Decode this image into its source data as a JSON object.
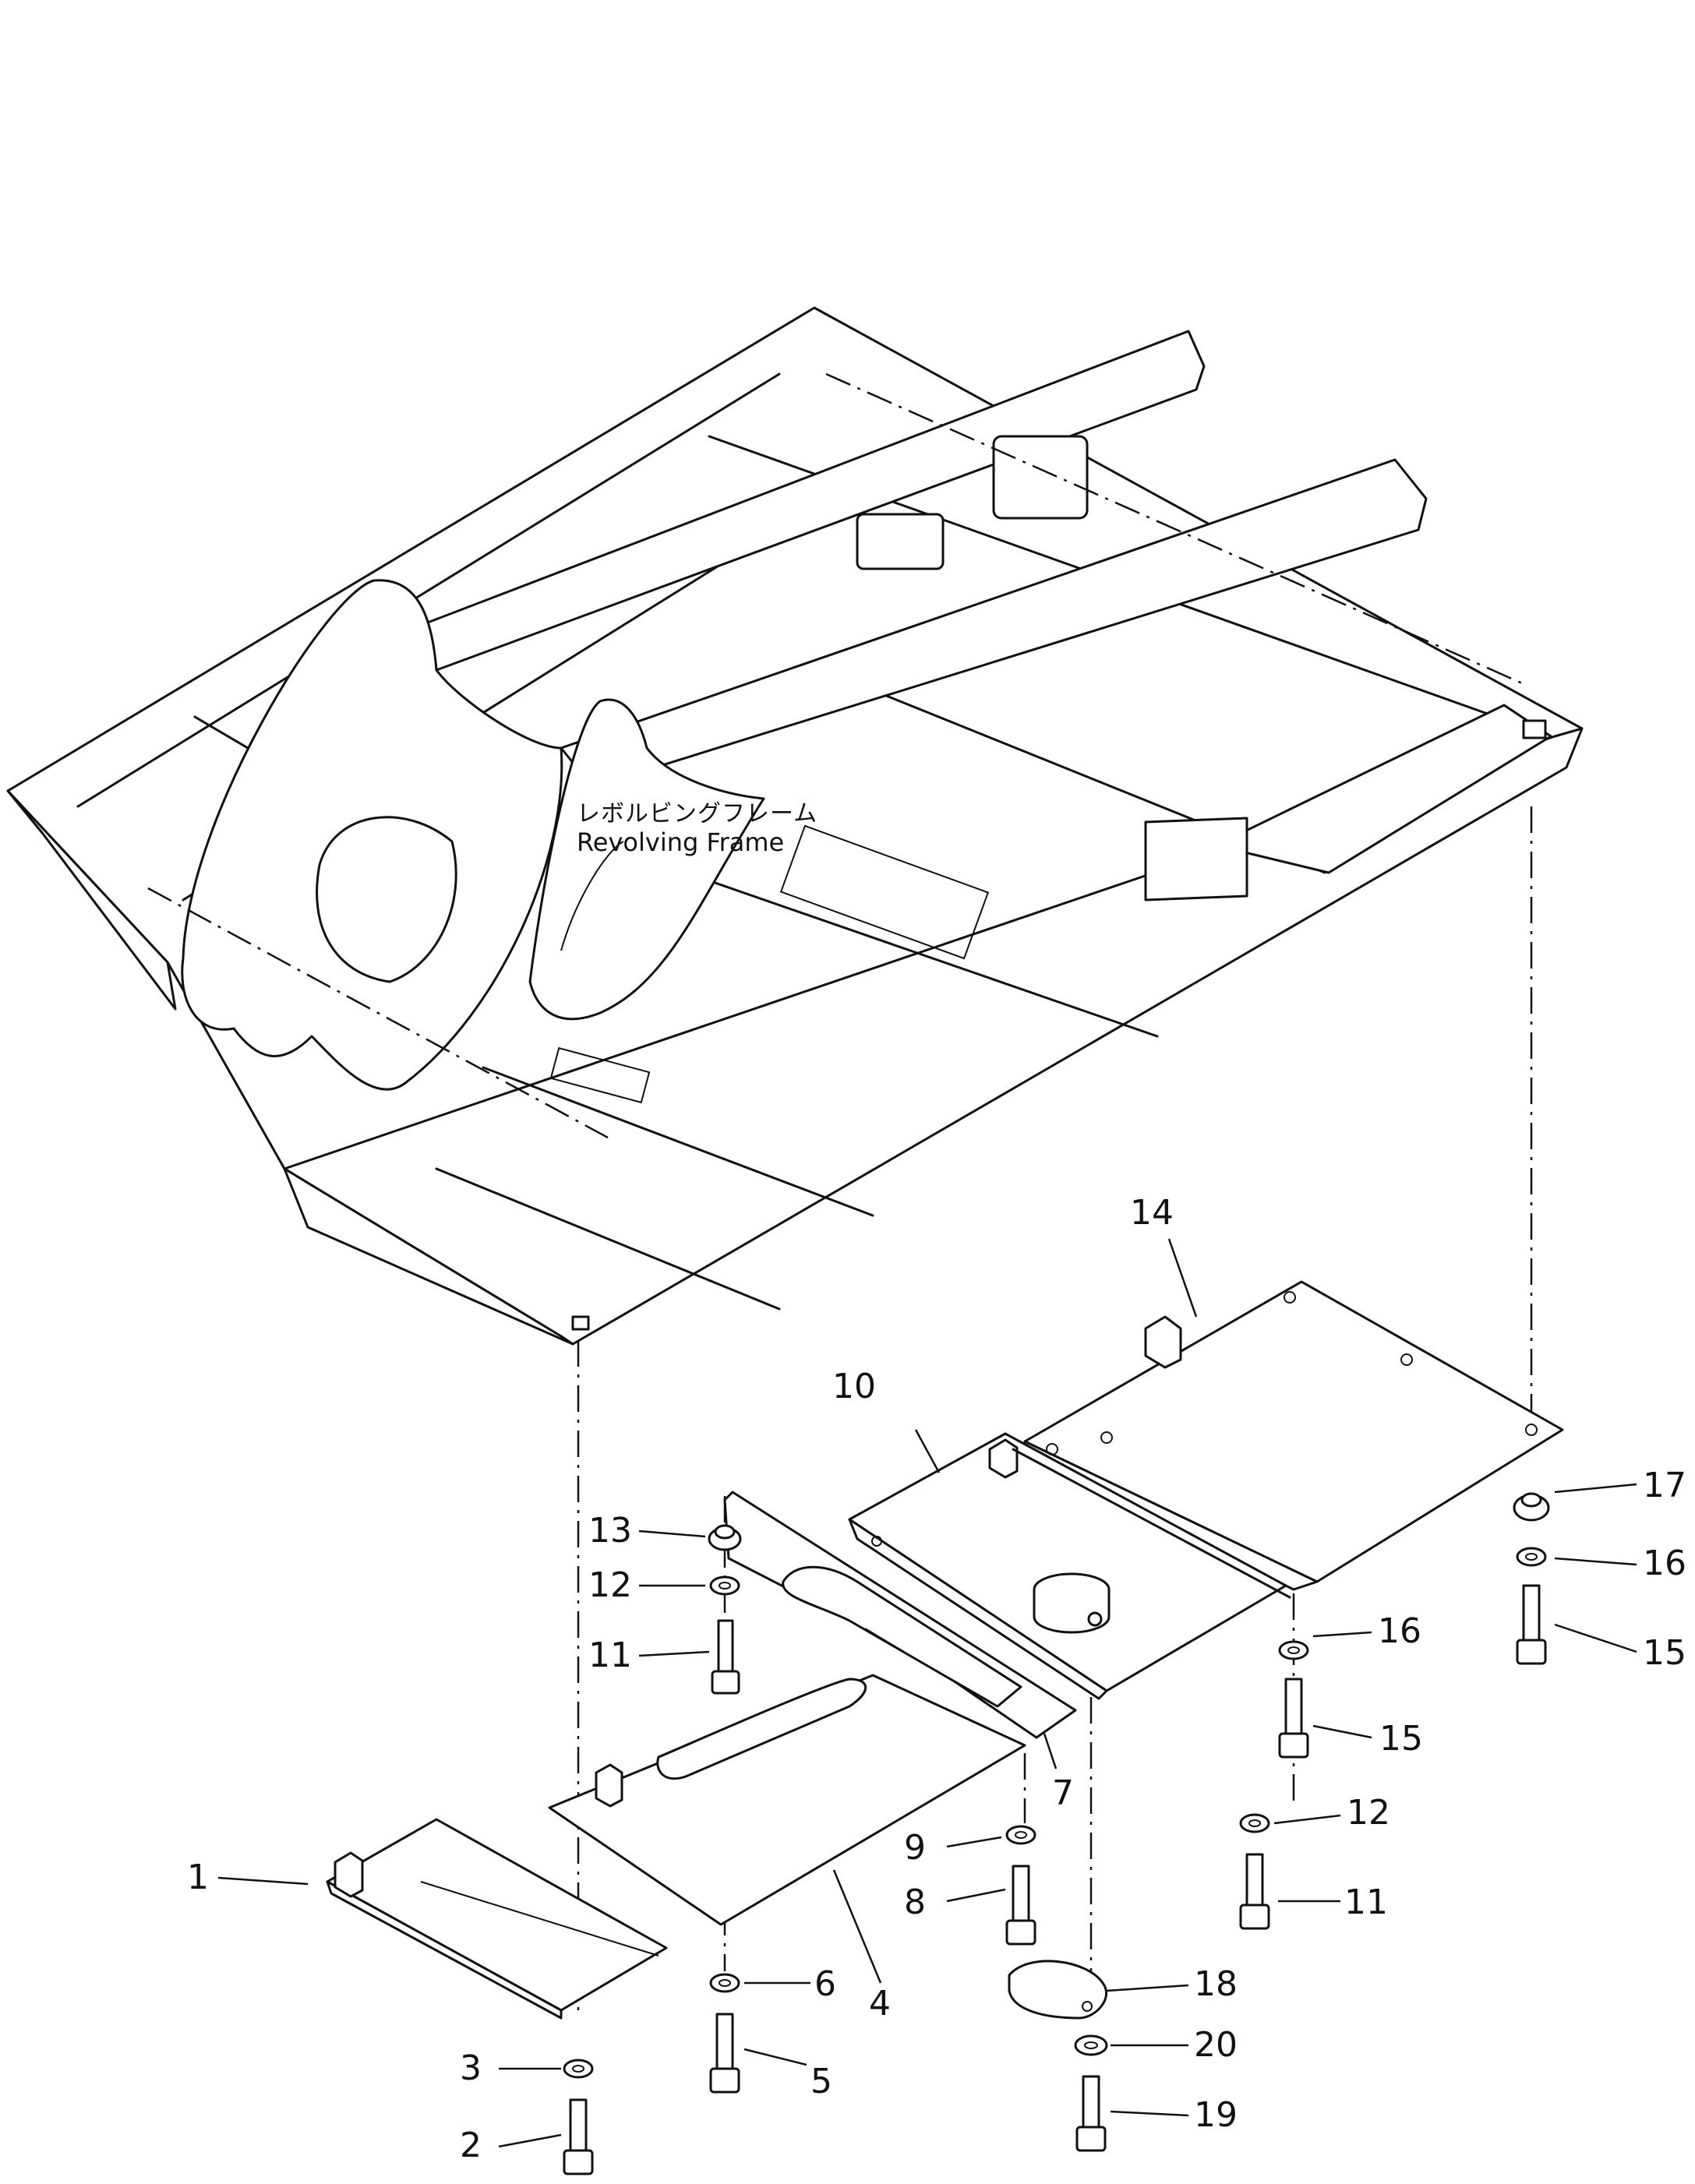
{
  "diagram": {
    "frame_label_jp": "レボルビングフレーム",
    "frame_label_en": "Revolving  Frame",
    "callouts": [
      "1",
      "2",
      "3",
      "4",
      "5",
      "6",
      "7",
      "8",
      "9",
      "10",
      "11",
      "11",
      "12",
      "12",
      "13",
      "14",
      "15",
      "15",
      "16",
      "16",
      "17",
      "18",
      "19",
      "20"
    ]
  },
  "colors": {
    "line": "#111111",
    "background": "#ffffff"
  }
}
